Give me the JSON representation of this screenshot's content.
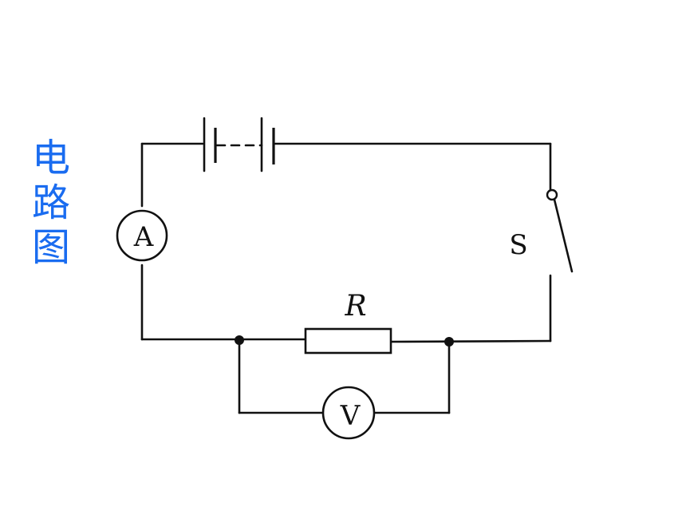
{
  "title": {
    "chars": [
      "电",
      "路",
      "图"
    ],
    "color": "#1a6cf0"
  },
  "circuit": {
    "ammeter_label": "A",
    "voltmeter_label": "V",
    "switch_label": "S",
    "resistor_label": "R",
    "line_color": "#111111"
  }
}
